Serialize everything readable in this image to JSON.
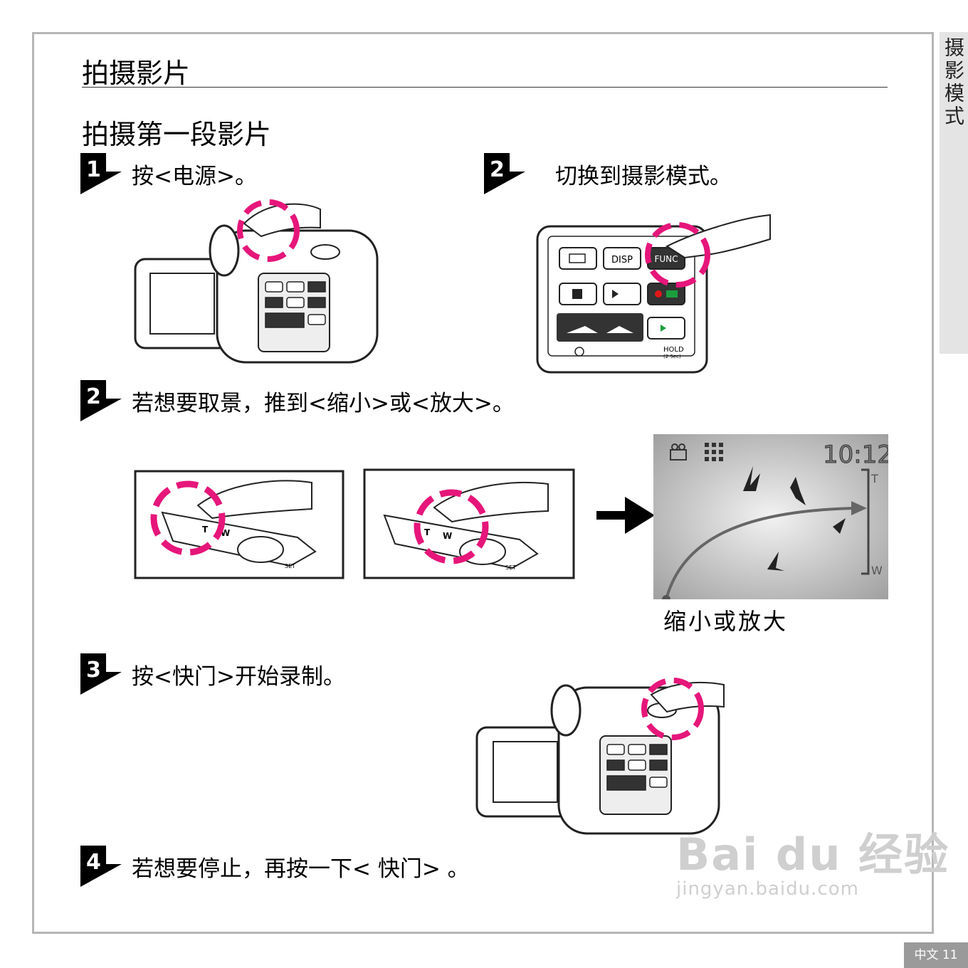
{
  "side_tab": "摄影模式",
  "page_badge": "中文 11",
  "title": "拍摄影片",
  "subtitle": "拍摄第一段影片",
  "steps": [
    {
      "num": "1",
      "text": "按<电源>。"
    },
    {
      "num": "2",
      "text": "切换到摄影模式。"
    },
    {
      "num": "2",
      "text": "若想要取景，推到<缩小>或<放大>。"
    },
    {
      "num": "3",
      "text": "按<快门>开始录制。"
    },
    {
      "num": "4",
      "text": "若想要停止，再按一下< 快门> 。"
    }
  ],
  "control_panel": {
    "disp": "DISP",
    "func": "FUNC",
    "hold": "HOLD",
    "hold_sub": "(2 Sec)"
  },
  "zoom_labels": {
    "t": "T",
    "w": "W",
    "set": "SET"
  },
  "screen": {
    "time": "10:12",
    "zoom_t": "T",
    "zoom_w": "W"
  },
  "caption": "缩小或放大",
  "watermark": {
    "main": "Bai du 经验",
    "sub": "jingyan.baidu.com"
  },
  "colors": {
    "accent": "#e6167a",
    "frame": "#b5b5b5",
    "step_bg": "#000000"
  }
}
